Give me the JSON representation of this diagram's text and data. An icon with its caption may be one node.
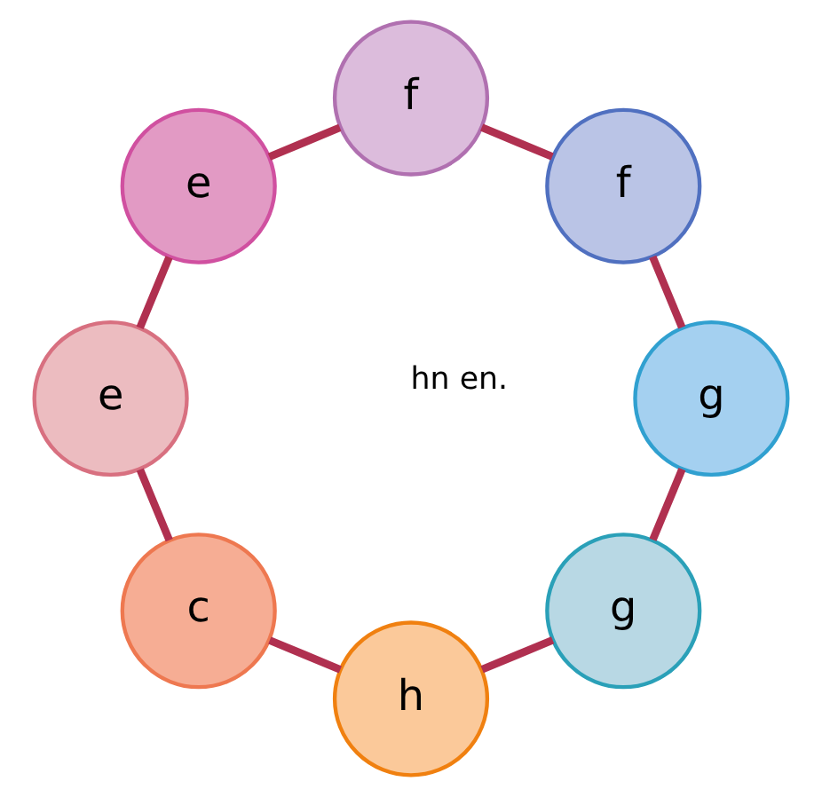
{
  "diagram": {
    "nodes": [
      {
        "text": [
          "g"
        ]
      },
      {
        "text": [
          "h"
        ]
      },
      {
        "text": [
          "c"
        ]
      },
      {
        "text": [
          "e"
        ]
      },
      {
        "text": [
          "e"
        ]
      },
      {
        "text": [
          "f"
        ]
      },
      {
        "text": [
          "f"
        ]
      },
      {
        "text": [
          "g"
        ]
      }
    ],
    "edges": [
      {
        "from": 0,
        "to": 1,
        "arrow": "none"
      },
      {
        "from": 1,
        "to": 2,
        "arrow": "none"
      },
      {
        "from": 2,
        "to": 3,
        "arrow": "none"
      },
      {
        "from": 3,
        "to": 4,
        "arrow": "none"
      },
      {
        "from": 4,
        "to": 5,
        "arrow": "none"
      },
      {
        "from": 5,
        "to": 6,
        "arrow": "none"
      },
      {
        "from": 6,
        "to": 7,
        "arrow": "none"
      },
      {
        "from": 7,
        "to": 0,
        "arrow": "none"
      }
    ],
    "labels": [
      "hn en."
    ]
  }
}
